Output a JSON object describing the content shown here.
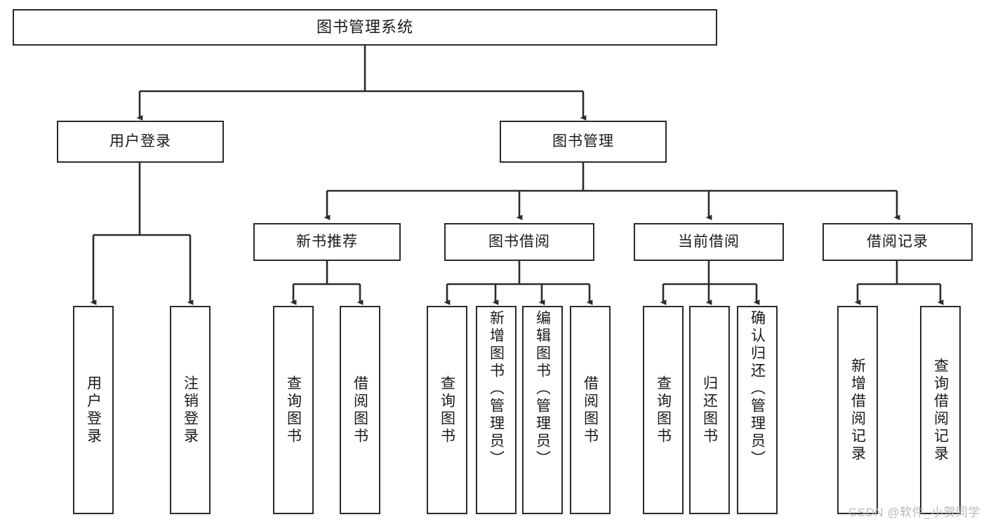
{
  "diagram": {
    "title_box": {
      "label": "图书管理系统"
    },
    "level2": [
      {
        "id": "user-login",
        "label": "用户登录"
      },
      {
        "id": "book-management",
        "label": "图书管理"
      }
    ],
    "level3": [
      {
        "id": "new-book-recommend",
        "label": "新书推荐"
      },
      {
        "id": "book-borrow",
        "label": "图书借阅"
      },
      {
        "id": "current-borrow",
        "label": "当前借阅"
      },
      {
        "id": "borrow-record",
        "label": "借阅记录"
      }
    ],
    "leaves": [
      {
        "id": "leaf-user-login",
        "label": "用户登录",
        "parent": "user-login"
      },
      {
        "id": "leaf-logout-login",
        "label": "注销登录",
        "parent": "user-login"
      },
      {
        "id": "leaf-query-book-1",
        "label": "查询图书",
        "parent": "new-book-recommend"
      },
      {
        "id": "leaf-borrow-book-1",
        "label": "借阅图书",
        "parent": "new-book-recommend"
      },
      {
        "id": "leaf-query-book-2",
        "label": "查询图书",
        "parent": "book-borrow"
      },
      {
        "id": "leaf-add-book-admin",
        "label": "新增图书（管理员）",
        "parent": "book-borrow"
      },
      {
        "id": "leaf-edit-book-admin",
        "label": "编辑图书（管理员）",
        "parent": "book-borrow"
      },
      {
        "id": "leaf-borrow-book-2",
        "label": "借阅图书",
        "parent": "book-borrow"
      },
      {
        "id": "leaf-query-book-3",
        "label": "查询图书",
        "parent": "current-borrow"
      },
      {
        "id": "leaf-return-book",
        "label": "归还图书",
        "parent": "current-borrow"
      },
      {
        "id": "leaf-confirm-return-admin",
        "label": "确认归还（管理员）",
        "parent": "current-borrow"
      },
      {
        "id": "leaf-add-borrow-record",
        "label": "新增借阅记录",
        "parent": "borrow-record"
      },
      {
        "id": "leaf-query-borrow-record",
        "label": "查询借阅记录",
        "parent": "borrow-record"
      }
    ],
    "watermark": "CSDN @软件_小贺同学",
    "colors": {
      "border": "#2b2b2b",
      "background": "#ffffff",
      "text": "#1a1a1a",
      "watermark": "#b9b9b9"
    }
  }
}
